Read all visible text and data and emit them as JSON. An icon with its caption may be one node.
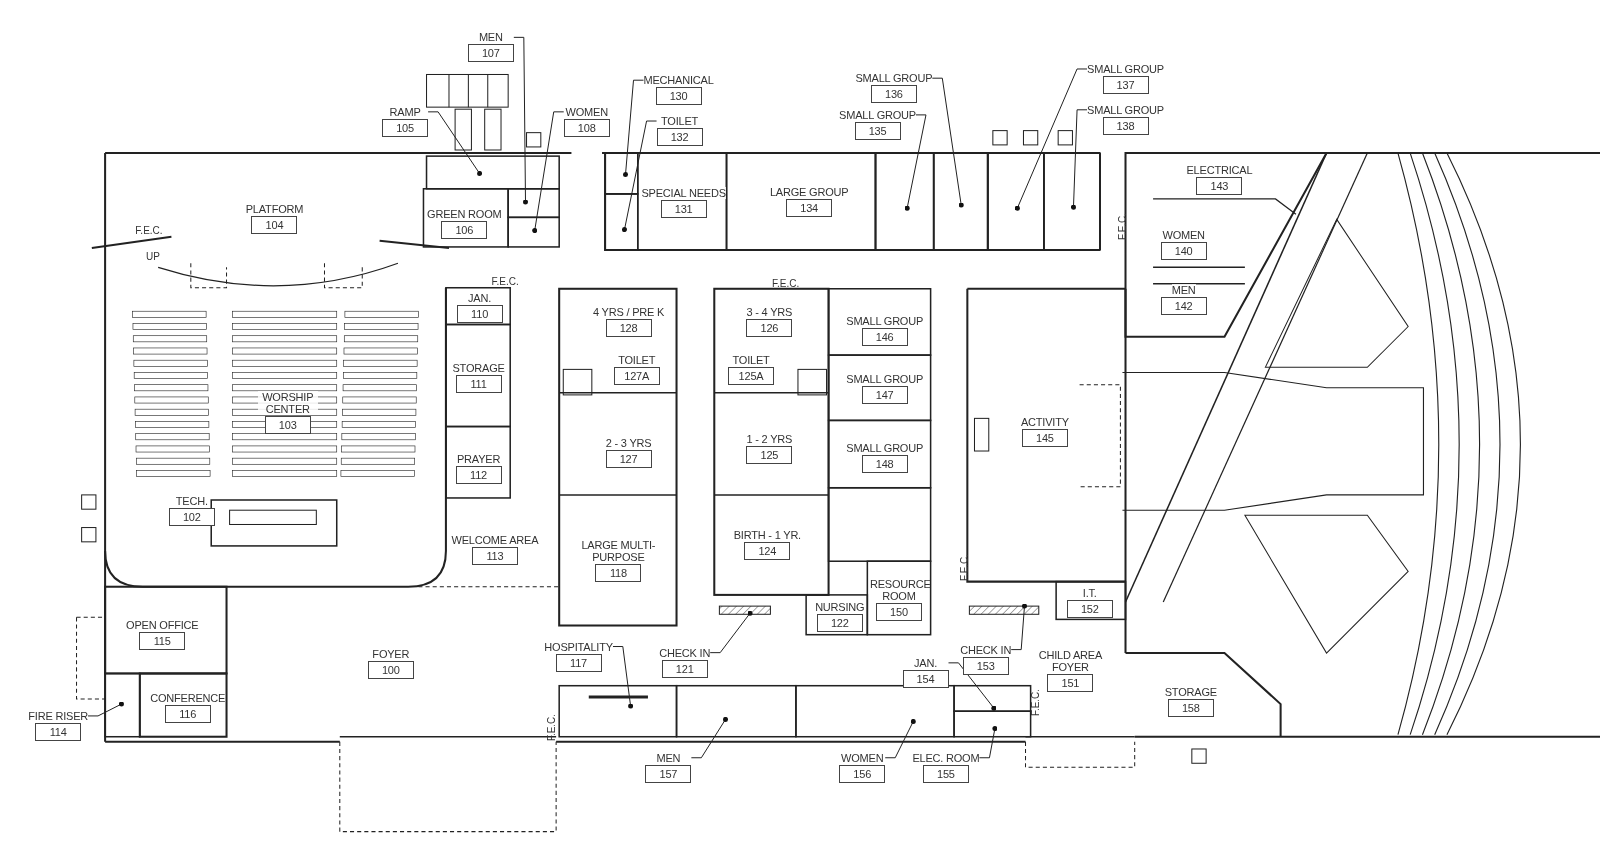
{
  "diagram": {
    "nodes": [
      {
        "text": [
          "MEN",
          "107"
        ]
      },
      {
        "text": [
          "RAMP",
          "105"
        ]
      },
      {
        "text": [
          "WOMEN",
          "108"
        ]
      },
      {
        "text": [
          "MECHANICAL",
          "130"
        ]
      },
      {
        "text": [
          "TOILET",
          "132"
        ]
      },
      {
        "text": [
          "SMALL GROUP",
          "136"
        ]
      },
      {
        "text": [
          "SMALL GROUP",
          "135"
        ]
      },
      {
        "text": [
          "SMALL GROUP",
          "137"
        ]
      },
      {
        "text": [
          "SMALL GROUP",
          "138"
        ]
      },
      {
        "text": [
          "PLATFORM",
          "104"
        ]
      },
      {
        "text": [
          "GREEN ROOM",
          "106"
        ]
      },
      {
        "text": [
          "SPECIAL NEEDS",
          "131"
        ]
      },
      {
        "text": [
          "LARGE GROUP",
          "134"
        ]
      },
      {
        "text": [
          "ELECTRICAL",
          "143"
        ]
      },
      {
        "text": [
          "WOMEN",
          "140"
        ]
      },
      {
        "text": [
          "MEN",
          "142"
        ]
      },
      {
        "text": [
          "JAN.",
          "110"
        ]
      },
      {
        "text": [
          "4 YRS / PRE K",
          "128"
        ]
      },
      {
        "text": [
          "3 - 4 YRS",
          "126"
        ]
      },
      {
        "text": [
          "SMALL GROUP",
          "146"
        ]
      },
      {
        "text": [
          "STORAGE",
          "111"
        ]
      },
      {
        "text": [
          "TOILET",
          "127A"
        ]
      },
      {
        "text": [
          "TOILET",
          "125A"
        ]
      },
      {
        "text": [
          "SMALL GROUP",
          "147"
        ]
      },
      {
        "text": [
          "WORSHIP CENTER",
          "103"
        ]
      },
      {
        "text": [
          "ACTIVITY",
          "145"
        ]
      },
      {
        "text": [
          "PRAYER",
          "112"
        ]
      },
      {
        "text": [
          "2 - 3 YRS",
          "127"
        ]
      },
      {
        "text": [
          "1 - 2 YRS",
          "125"
        ]
      },
      {
        "text": [
          "SMALL GROUP",
          "148"
        ]
      },
      {
        "text": [
          "TECH.",
          "102"
        ]
      },
      {
        "text": [
          "WELCOME AREA",
          "113"
        ]
      },
      {
        "text": [
          "LARGE MULTI-PURPOSE",
          "118"
        ]
      },
      {
        "text": [
          "BIRTH - 1 YR.",
          "124"
        ]
      },
      {
        "text": [
          "RESOURCE ROOM",
          "150"
        ]
      },
      {
        "text": [
          "NURSING",
          "122"
        ]
      },
      {
        "text": [
          "I.T.",
          "152"
        ]
      },
      {
        "text": [
          "OPEN OFFICE",
          "115"
        ]
      },
      {
        "text": [
          "FOYER",
          "100"
        ]
      },
      {
        "text": [
          "HOSPITALITY",
          "117"
        ]
      },
      {
        "text": [
          "CHECK IN",
          "121"
        ]
      },
      {
        "text": [
          "CHECK IN",
          "153"
        ]
      },
      {
        "text": [
          "CHILD AREA FOYER",
          "151"
        ]
      },
      {
        "text": [
          "JAN.",
          "154"
        ]
      },
      {
        "text": [
          "STORAGE",
          "158"
        ]
      },
      {
        "text": [
          "CONFERENCE",
          "116"
        ]
      },
      {
        "text": [
          "FIRE RISER",
          "114"
        ]
      },
      {
        "text": [
          "MEN",
          "157"
        ]
      },
      {
        "text": [
          "WOMEN",
          "156"
        ]
      },
      {
        "text": [
          "ELEC. ROOM",
          "155"
        ]
      },
      {
        "text": [],
        "shape": "box"
      },
      {
        "text": [],
        "shape": "box"
      },
      {
        "text": [],
        "shape": "box"
      },
      {
        "text": [],
        "shape": "box"
      },
      {
        "text": [],
        "shape": "box"
      },
      {
        "text": [],
        "shape": "box"
      },
      {
        "text": [],
        "shape": "box"
      },
      {
        "text": [],
        "shape": "box"
      },
      {
        "text": [],
        "shape": "box"
      },
      {
        "text": [],
        "shape": "box"
      },
      {
        "text": [],
        "shape": "bar"
      },
      {
        "text": [],
        "shape": "bar"
      },
      {
        "text": [],
        "shape": "box"
      },
      {
        "text": [],
        "shape": "box"
      },
      {
        "text": [],
        "shape": "box"
      },
      {
        "text": [],
        "shape": "box"
      },
      {
        "text": [],
        "shape": "box"
      }
    ],
    "edges": [
      {
        "from": 0,
        "to": 50,
        "arrow": "other"
      },
      {
        "from": 1,
        "to": 51,
        "arrow": "other"
      },
      {
        "from": 2,
        "to": 52,
        "arrow": "other"
      },
      {
        "from": 3,
        "to": 53,
        "arrow": "other"
      },
      {
        "from": 4,
        "to": 54,
        "arrow": "other"
      },
      {
        "from": 5,
        "to": 55,
        "arrow": "other"
      },
      {
        "from": 6,
        "to": 56,
        "arrow": "other"
      },
      {
        "from": 7,
        "to": 57,
        "arrow": "other"
      },
      {
        "from": 8,
        "to": 58,
        "arrow": "other"
      },
      {
        "from": 39,
        "to": 59,
        "arrow": "other"
      },
      {
        "from": 40,
        "to": 60,
        "arrow": "other"
      },
      {
        "from": 41,
        "to": 61,
        "arrow": "other"
      },
      {
        "from": 43,
        "to": 62,
        "arrow": "other"
      },
      {
        "from": 46,
        "to": 63,
        "arrow": "other"
      },
      {
        "from": 47,
        "to": 64,
        "arrow": "other"
      },
      {
        "from": 48,
        "to": 65,
        "arrow": "other"
      },
      {
        "from": 49,
        "to": 66,
        "arrow": "other"
      }
    ],
    "labels": [
      "F.E.C.",
      "F.E.C.",
      "UP",
      "F.E.C.",
      "F.E.C.",
      "F.E.C.",
      "F.E.C.",
      "F.E.C."
    ]
  }
}
